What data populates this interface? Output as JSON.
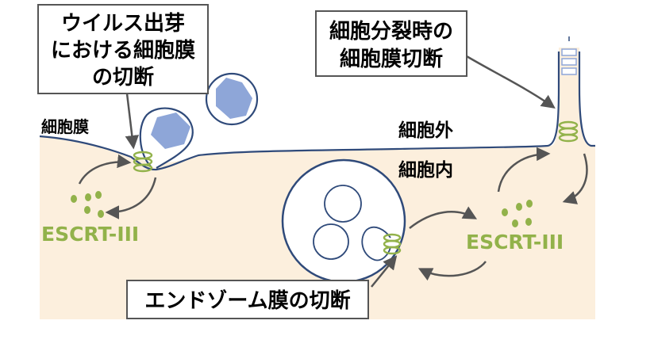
{
  "labels": {
    "virus_budding": [
      "ウイルス出芽",
      "における細胞膜",
      "の切断"
    ],
    "cytokinesis": [
      "細胞分裂時の",
      "細胞膜切断"
    ],
    "endosome": "エンドゾーム膜の切断",
    "cell_membrane": "細胞膜",
    "outside": "細胞外",
    "inside": "細胞内",
    "escrt_left": "ESCRT-III",
    "escrt_right": "ESCRT-III"
  },
  "colors": {
    "cytoplasm": "#fcefdd",
    "membrane": "#2f4a7a",
    "virus": "#8ea6d8",
    "escrt": "#92b24a",
    "arrow": "#555555",
    "box_border": "#555555"
  }
}
